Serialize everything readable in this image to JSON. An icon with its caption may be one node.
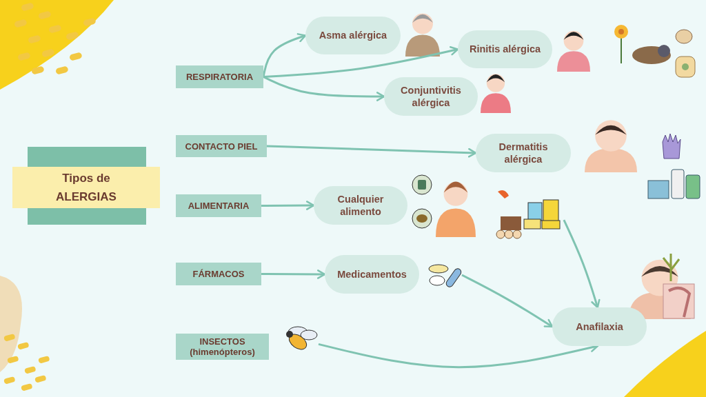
{
  "diagram": {
    "nodes": [
      {
        "text": [
          "Tipos de ALERGIAS"
        ]
      },
      {
        "text": [
          "RESPIRATORIA"
        ]
      },
      {
        "text": [
          "Asma alérgica"
        ]
      },
      {
        "text": [
          "Rinitis alérgica"
        ]
      },
      {
        "text": [
          "Conjuntivitis alérgica"
        ]
      },
      {
        "text": [
          "CONTACTO PIEL"
        ]
      },
      {
        "text": [
          "Dermatitis alérgica"
        ]
      },
      {
        "text": [
          "ALIMENTARIA"
        ]
      },
      {
        "text": [
          "Cualquier alimento"
        ]
      },
      {
        "text": [
          "FÁRMACOS"
        ]
      },
      {
        "text": [
          "Medicamentos"
        ]
      },
      {
        "text": [
          "INSECTOS (himenópteros)"
        ]
      },
      {
        "text": [
          "Anafilaxia"
        ]
      },
      {
        "text": [],
        "shape": "picture"
      },
      {
        "text": [],
        "shape": "picture"
      },
      {
        "text": [],
        "shape": "picture"
      }
    ],
    "edges": [
      {
        "from": 1,
        "to": 2,
        "arrow": "to"
      },
      {
        "from": 1,
        "to": 3,
        "arrow": "to"
      },
      {
        "from": 1,
        "to": 4,
        "arrow": "to"
      },
      {
        "from": 5,
        "to": 6,
        "arrow": "to"
      },
      {
        "from": 7,
        "to": 8,
        "arrow": "to"
      },
      {
        "from": 9,
        "to": 10,
        "arrow": "to"
      },
      {
        "from": 13,
        "to": 12,
        "arrow": "to"
      },
      {
        "from": 14,
        "to": 12,
        "arrow": "to"
      },
      {
        "from": 15,
        "to": 12,
        "arrow": "to"
      }
    ]
  }
}
